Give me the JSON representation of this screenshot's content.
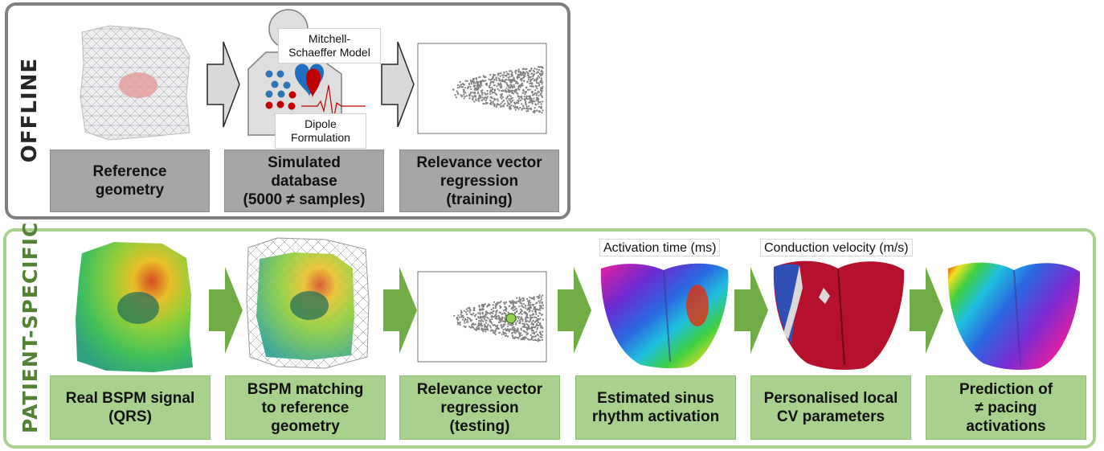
{
  "offline": {
    "label": "OFFLINE",
    "steps": [
      {
        "label": "Reference\ngeometry"
      },
      {
        "label": "Simulated\ndatabase\n(5000 ≠ samples)"
      },
      {
        "label": "Relevance vector\nregression\n(training)"
      }
    ],
    "model_label": "Mitchell-\nSchaeffer Model",
    "dipole_label": "Dipole\nFormulation"
  },
  "patient": {
    "label": "PATIENT-SPECIFIC",
    "steps": [
      {
        "label": "Real BSPM signal\n(QRS)"
      },
      {
        "label": "BSPM matching\nto reference\ngeometry"
      },
      {
        "label": "Relevance vector\nregression\n(testing)"
      },
      {
        "label": "Estimated sinus\nrhythm activation"
      },
      {
        "label": "Personalised local\nCV parameters"
      },
      {
        "label": "Prediction of\n≠ pacing\nactivations"
      }
    ],
    "activation_title": "Activation time (ms)",
    "velocity_title": "Conduction velocity (m/s)"
  },
  "colors": {
    "offline_border": "#7f7f7f",
    "offline_box": "#a6a6a6",
    "patient_border": "#a9d18e",
    "patient_box": "#a9d18e",
    "patient_text": "#548235",
    "arrow_gray": "#d9d9d9",
    "arrow_green": "#70ad47"
  }
}
